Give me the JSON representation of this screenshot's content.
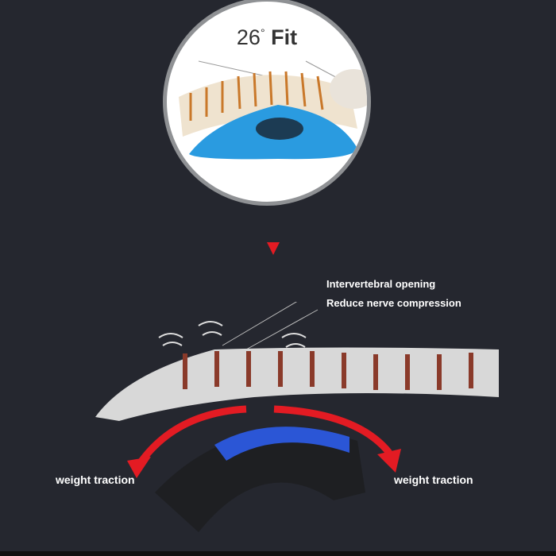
{
  "fit_badge": {
    "angle": "26",
    "degree_symbol": "°",
    "word": "Fit"
  },
  "annotations": {
    "line1": "Intervertebral opening",
    "line2": "Reduce nerve compression"
  },
  "traction_left": "weight traction",
  "traction_right": "weight traction",
  "colors": {
    "background": "#25272f",
    "arrow": "#e31b23",
    "stretcher_blue": "#2b56d6",
    "cushion_blue": "#2a9be0"
  }
}
